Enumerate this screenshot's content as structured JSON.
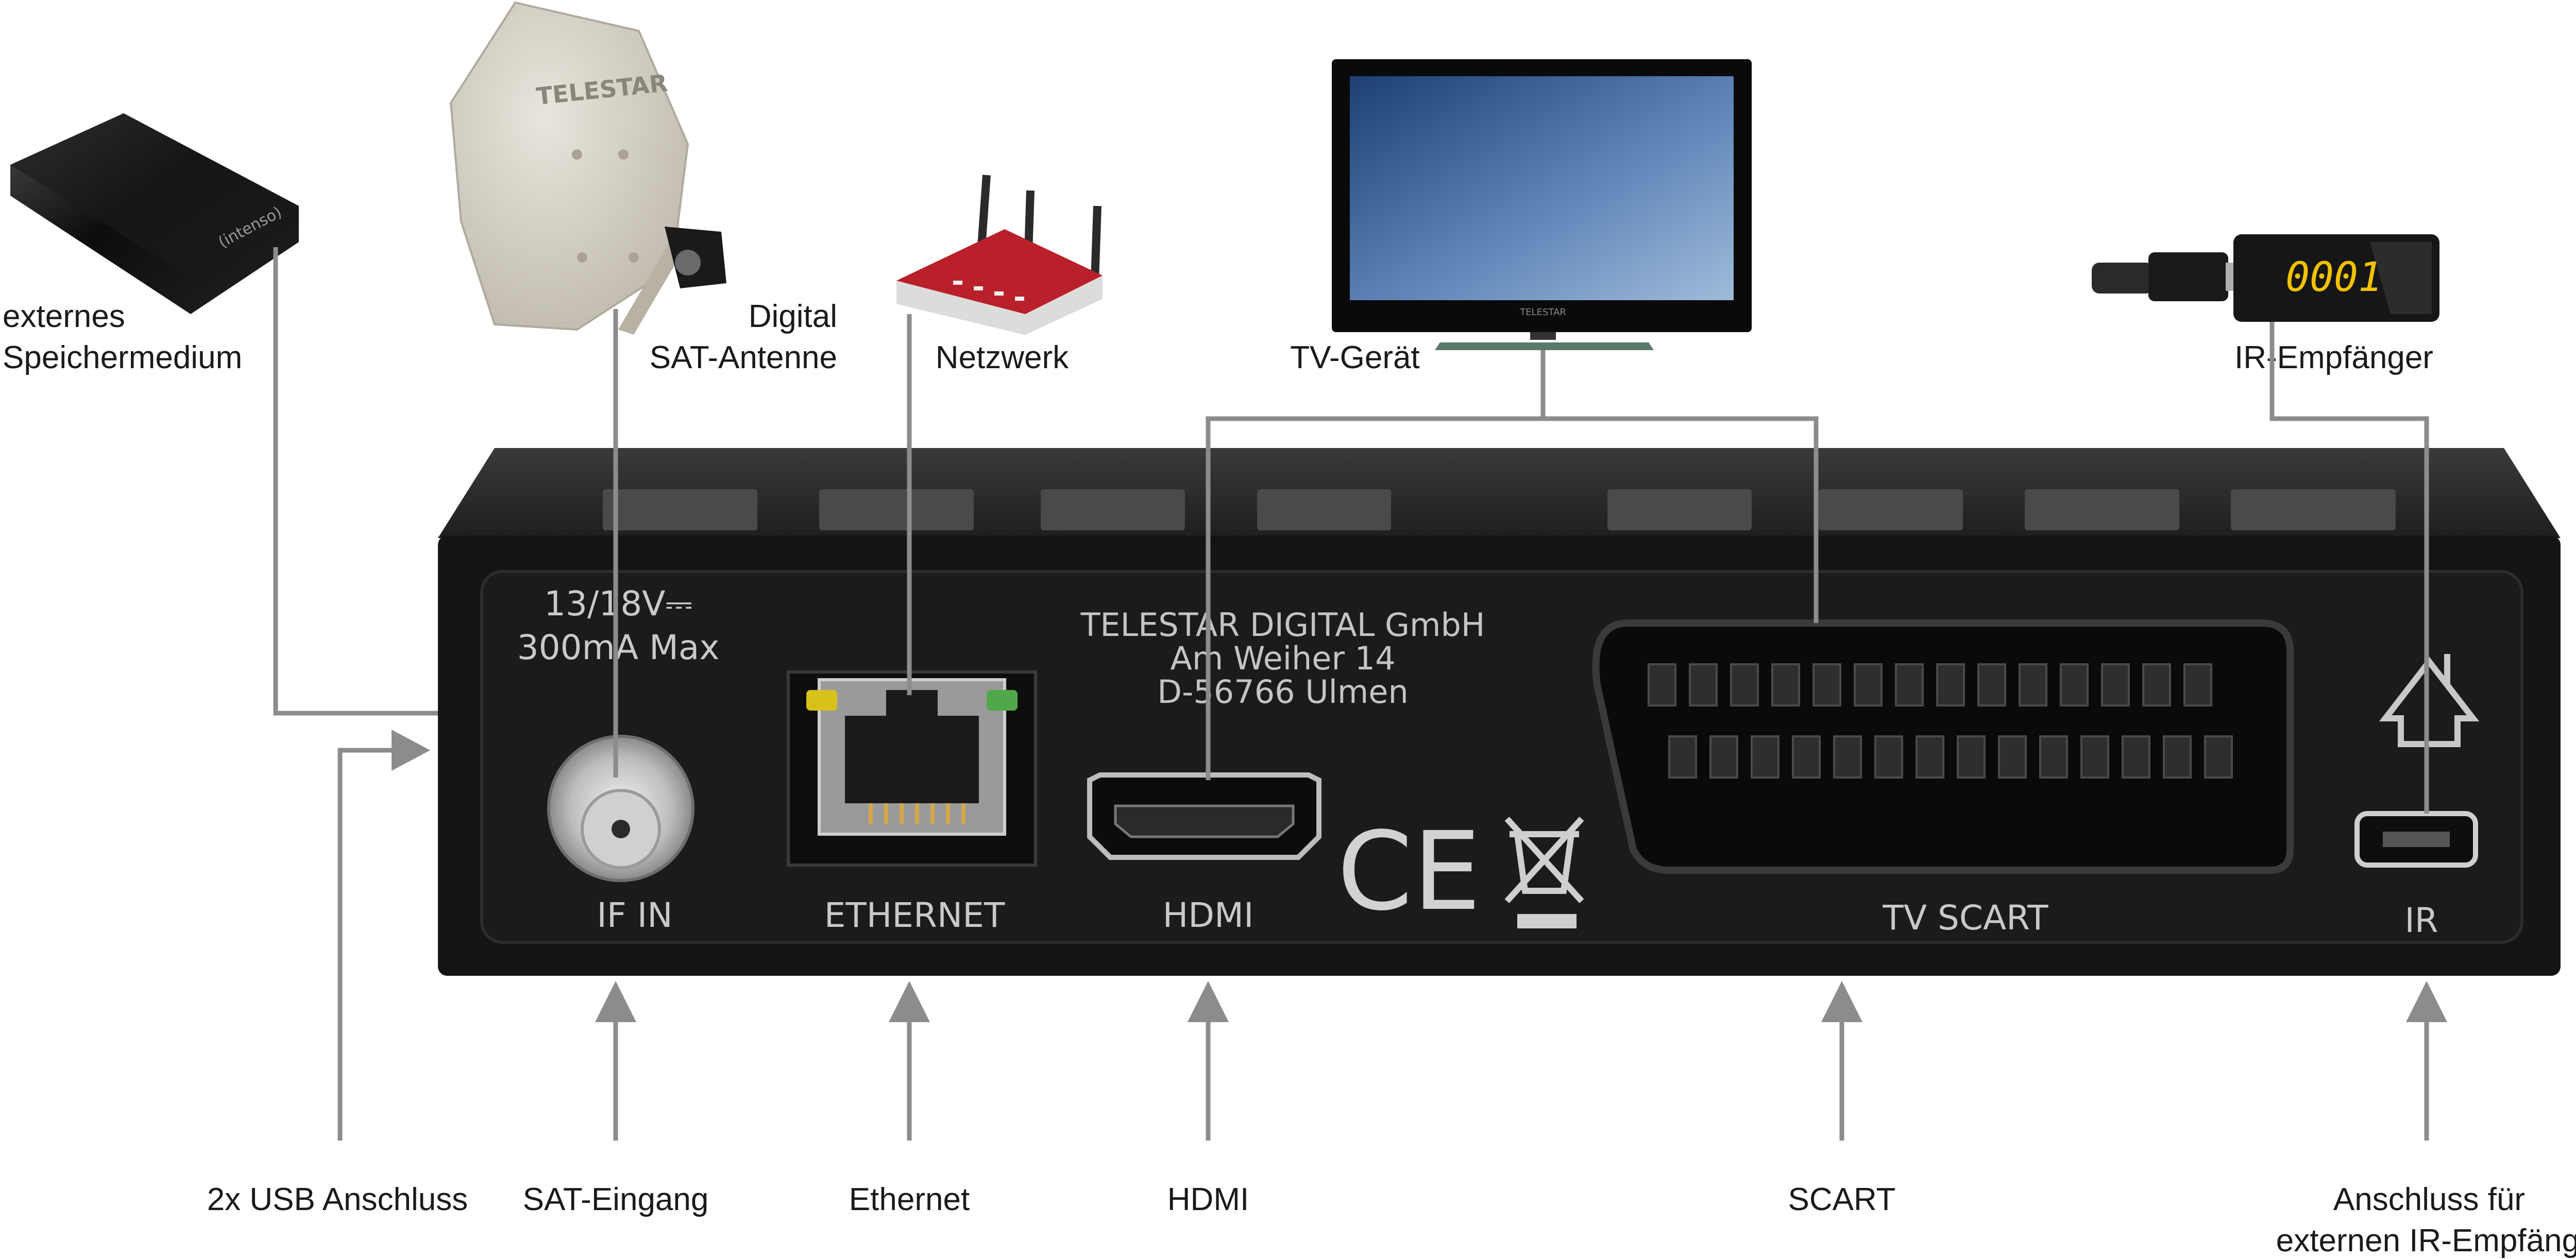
{
  "devices": {
    "storage": {
      "label_line1": "externes",
      "label_line2": "Speichermedium",
      "brand": "(intenso)"
    },
    "dish": {
      "label_line1": "Digital",
      "label_line2": "SAT-Antenne",
      "brand": "TELESTAR"
    },
    "router": {
      "label": "Netzwerk"
    },
    "tv": {
      "label": "TV-Gerät",
      "brand": "TELESTAR"
    },
    "ir_receiver": {
      "label": "IR-Empfänger",
      "display": "0001"
    }
  },
  "receiver_back": {
    "power_rating_line1": "13/18V⎓",
    "power_rating_line2": "300mA Max",
    "manufacturer_line1": "TELESTAR DIGITAL GmbH",
    "manufacturer_line2": "Am Weiher 14",
    "manufacturer_line3": "D-56766 Ulmen",
    "ports": {
      "if_in": "IF IN",
      "ethernet": "ETHERNET",
      "hdmi": "HDMI",
      "scart": "TV SCART",
      "ir": "IR"
    },
    "ce_mark": "CE"
  },
  "bottom_labels": {
    "usb": "2x USB Anschluss",
    "sat": "SAT-Eingang",
    "ethernet": "Ethernet",
    "hdmi": "HDMI",
    "scart": "SCART",
    "ir_line1": "Anschluss für",
    "ir_line2": "externen IR-Empfänger"
  },
  "colors": {
    "connector_lines": "#8c8c8c",
    "receiver_body": "#141414",
    "panel_text": "#c9c9c9",
    "led_yellow": "#d8c21a",
    "led_green": "#4fa84a",
    "display_digits": "#f2c200"
  }
}
